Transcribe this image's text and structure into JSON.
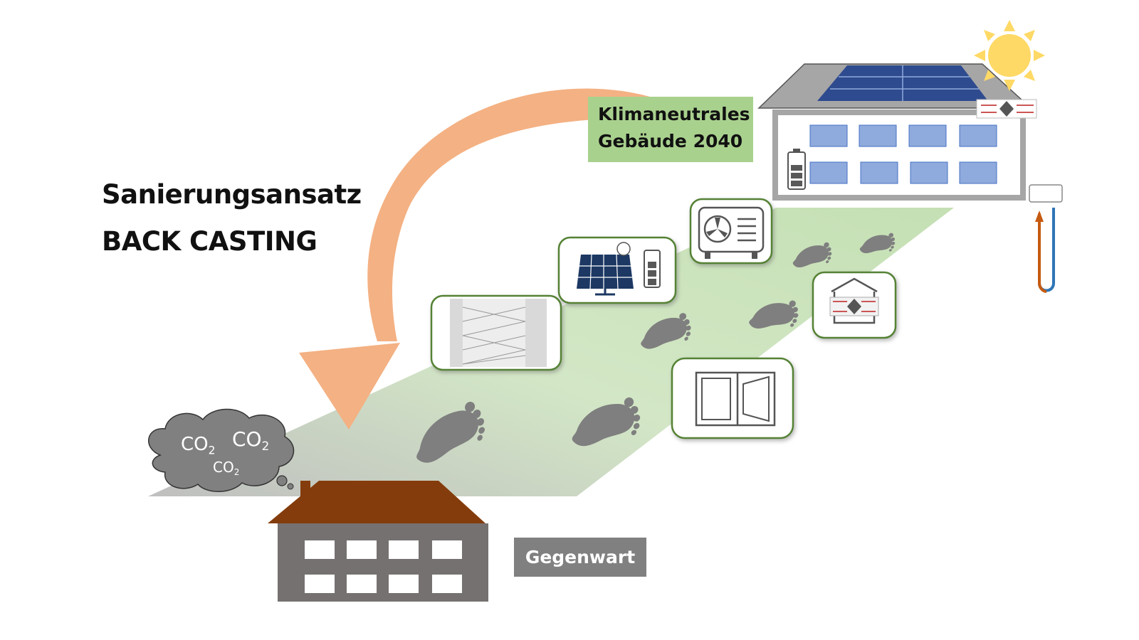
{
  "title": {
    "line1": "Sanierungsansatz",
    "line2": "BACK CASTING"
  },
  "target_label": {
    "line1": "Klimaneutrales",
    "line2": "Gebäude 2040"
  },
  "present_label": "Gegenwart",
  "cloud": {
    "co2_1": "CO",
    "co2_2": "CO",
    "co2_3": "CO",
    "subscript": "2"
  },
  "colors": {
    "arrow": "#f4b183",
    "target_box": "#a9d18e",
    "present_box": "#808080",
    "old_roof": "#843c0c",
    "old_wall": "#767171",
    "new_roof": "#a6a6a6",
    "solar_panel": "#2f4b8f",
    "window_blue": "#8faadc",
    "sun": "#ffd966",
    "footprint": "#7f7f7f",
    "path_green": "#c5e0b4",
    "card_border": "#548235"
  },
  "icons": [
    "wall-insulation-icon",
    "solar-panel-battery-icon",
    "heat-pump-icon",
    "ventilation-heat-recovery-icon",
    "window-icon",
    "geothermal-probe-icon",
    "sun-icon",
    "battery-icon"
  ]
}
